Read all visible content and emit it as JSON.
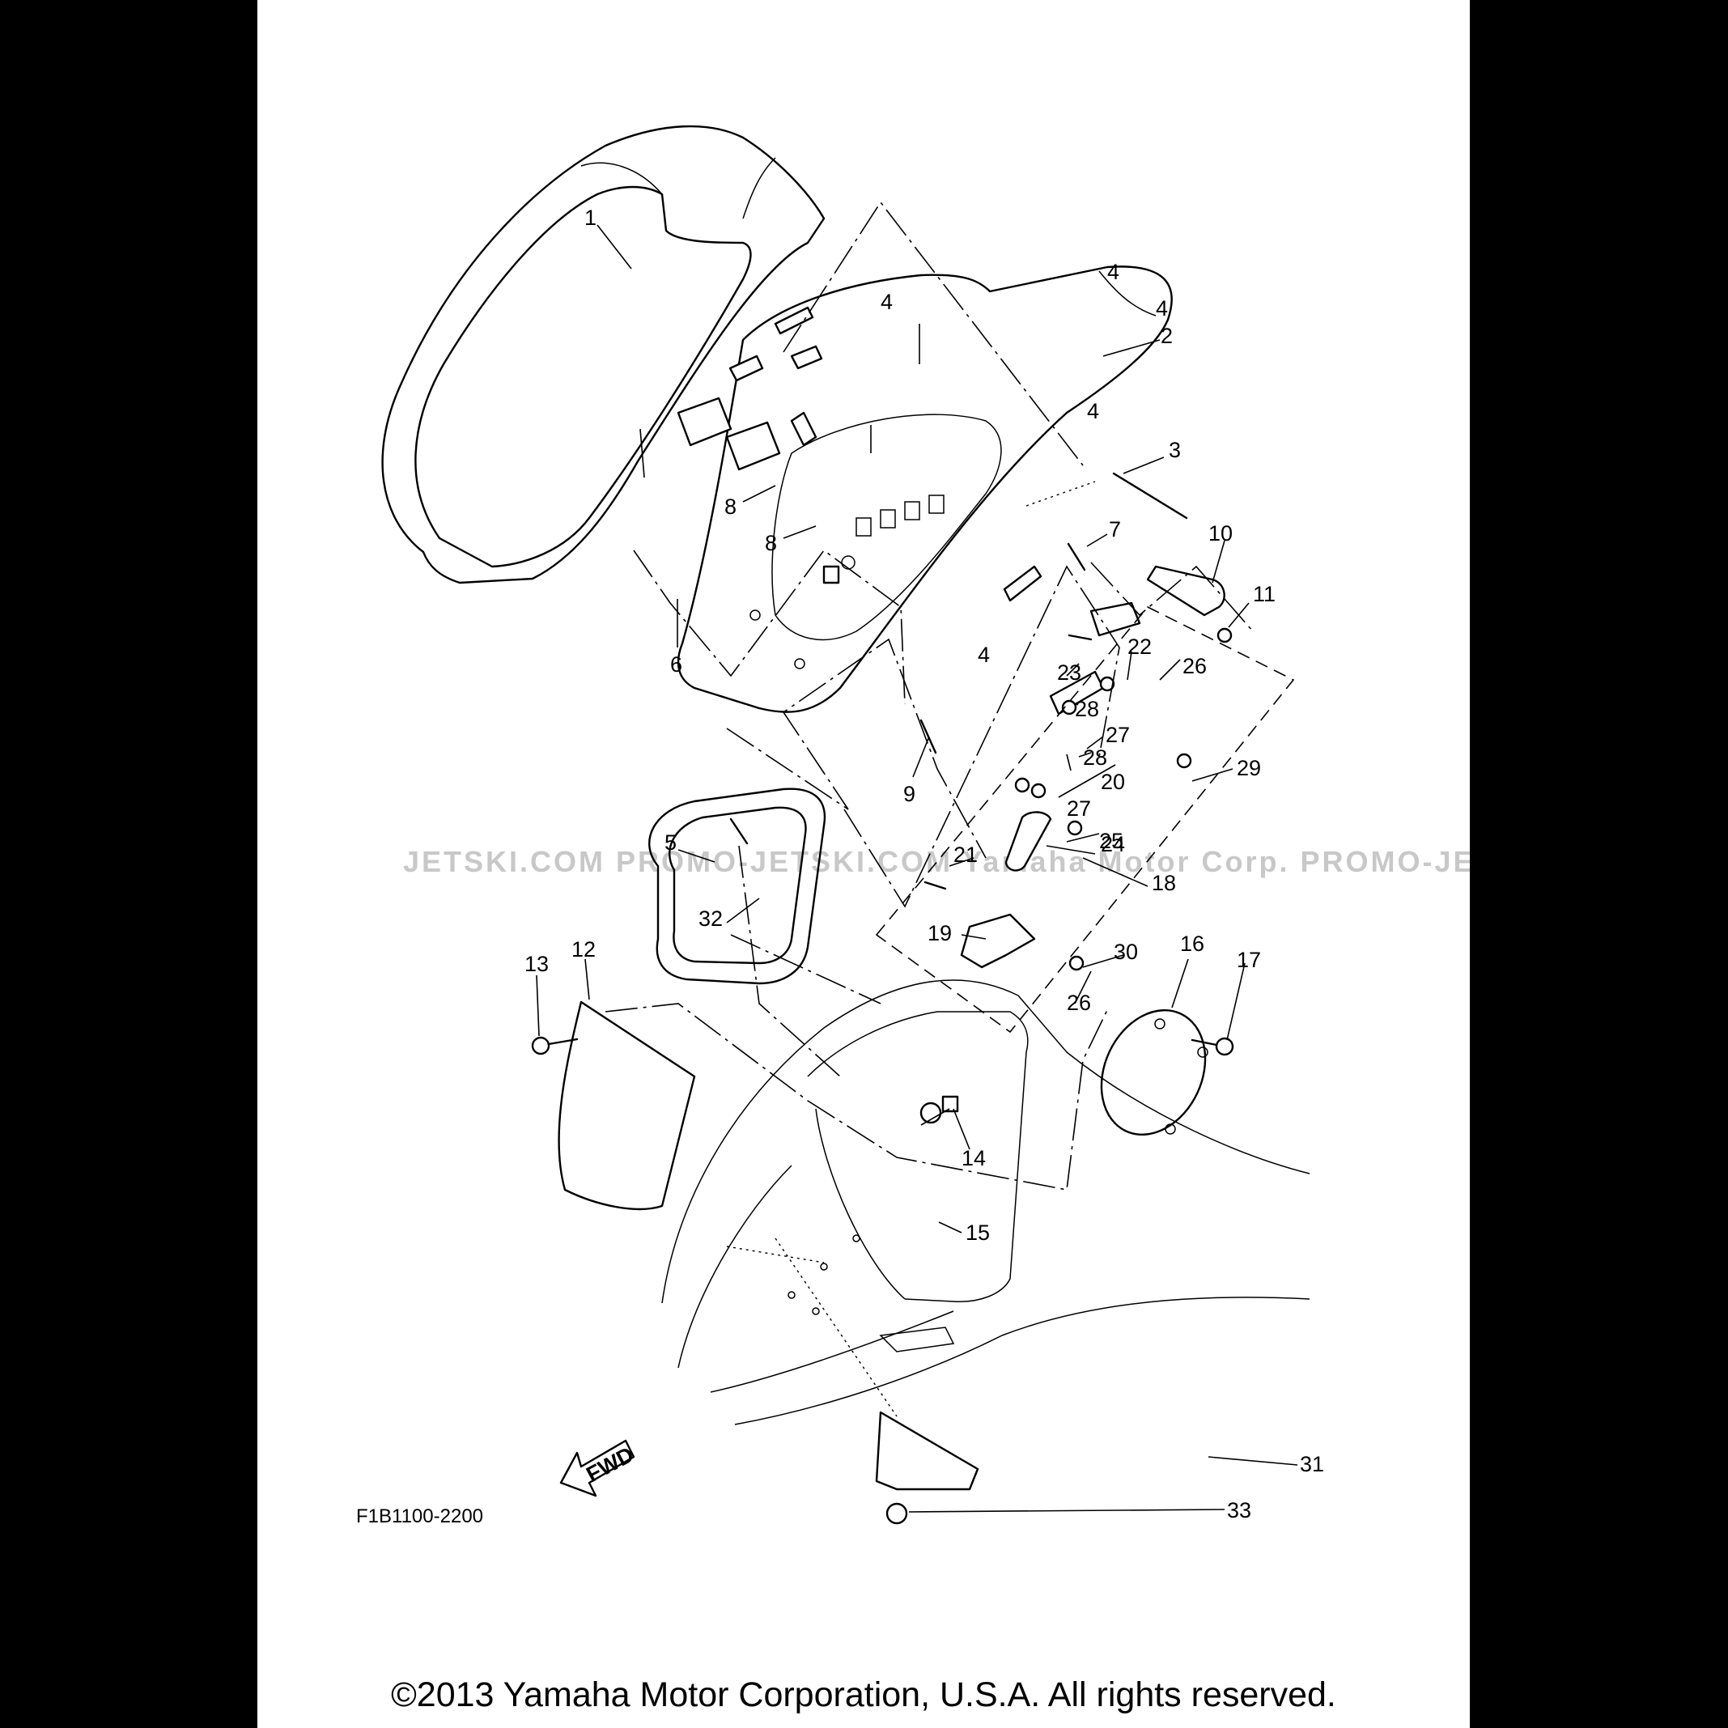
{
  "diagram": {
    "drawing_number": "F1B1100-2200",
    "fwd_label": "FWD",
    "copyright": "©2013 Yamaha Motor Corporation, U.S.A. All rights reserved.",
    "watermark": "JETSKI.COM  PROMO-JETSKI.COM  Yamaha Motor Corp.  PROMO-JETSKI.COM",
    "callouts": [
      "1",
      "2",
      "3",
      "4",
      "4",
      "4",
      "4",
      "4",
      "5",
      "6",
      "7",
      "8",
      "8",
      "9",
      "10",
      "11",
      "12",
      "13",
      "14",
      "15",
      "16",
      "17",
      "18",
      "19",
      "20",
      "21",
      "22",
      "23",
      "24",
      "25",
      "26",
      "26",
      "27",
      "27",
      "28",
      "28",
      "29",
      "30",
      "31",
      "32",
      "33"
    ]
  }
}
